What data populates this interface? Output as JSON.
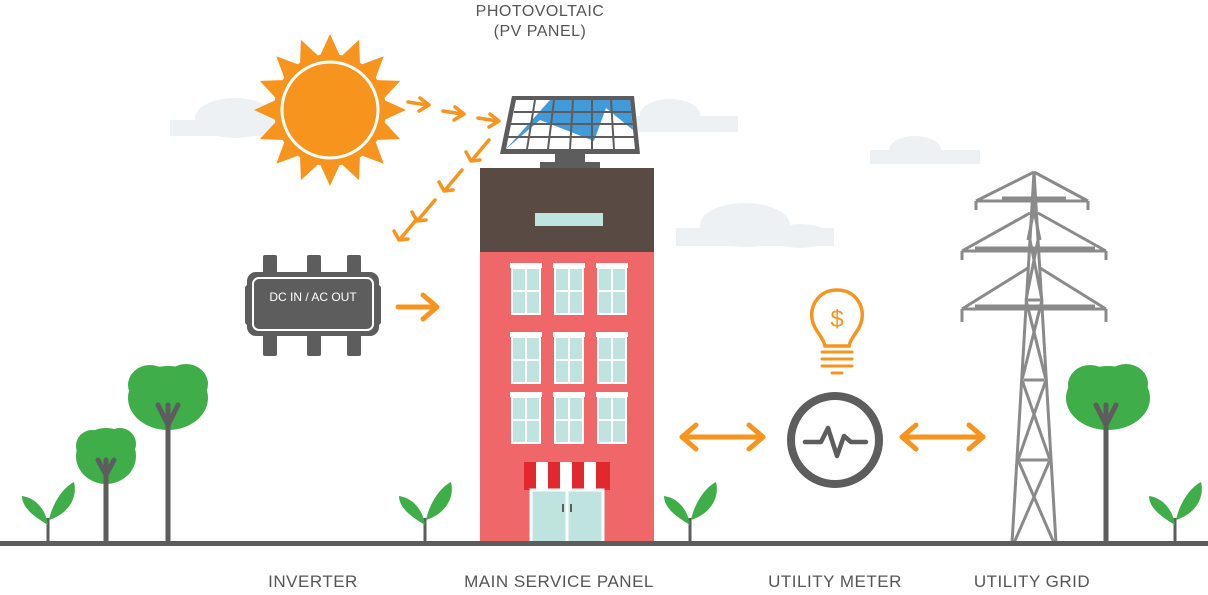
{
  "labels": {
    "photovoltaic_line1": "PHOTOVOLTAIC",
    "photovoltaic_line2": "(PV PANEL)",
    "inverter_device_text": "DC IN / AC OUT",
    "inverter": "INVERTER",
    "main_service_panel": "MAIN SERVICE PANEL",
    "utility_meter": "UTILITY METER",
    "utility_grid": "UTILITY GRID",
    "bulb_symbol": "$"
  },
  "colors": {
    "sun": "#f7941d",
    "arrow": "#f7941d",
    "device_gray": "#5d5d5d",
    "building_red": "#f0676a",
    "building_roof": "#5a4a44",
    "window": "#bfe3de",
    "panel_blue": "#2d8fd5",
    "tree_green": "#3fae49",
    "ground": "#5d5d5d",
    "cloud": "#eef1f4",
    "awning_red": "#e0282e"
  },
  "icons": {
    "sun": "sun-icon",
    "bulb": "lightbulb-dollar-icon",
    "meter": "meter-pulse-icon",
    "tower": "transmission-tower-icon"
  }
}
